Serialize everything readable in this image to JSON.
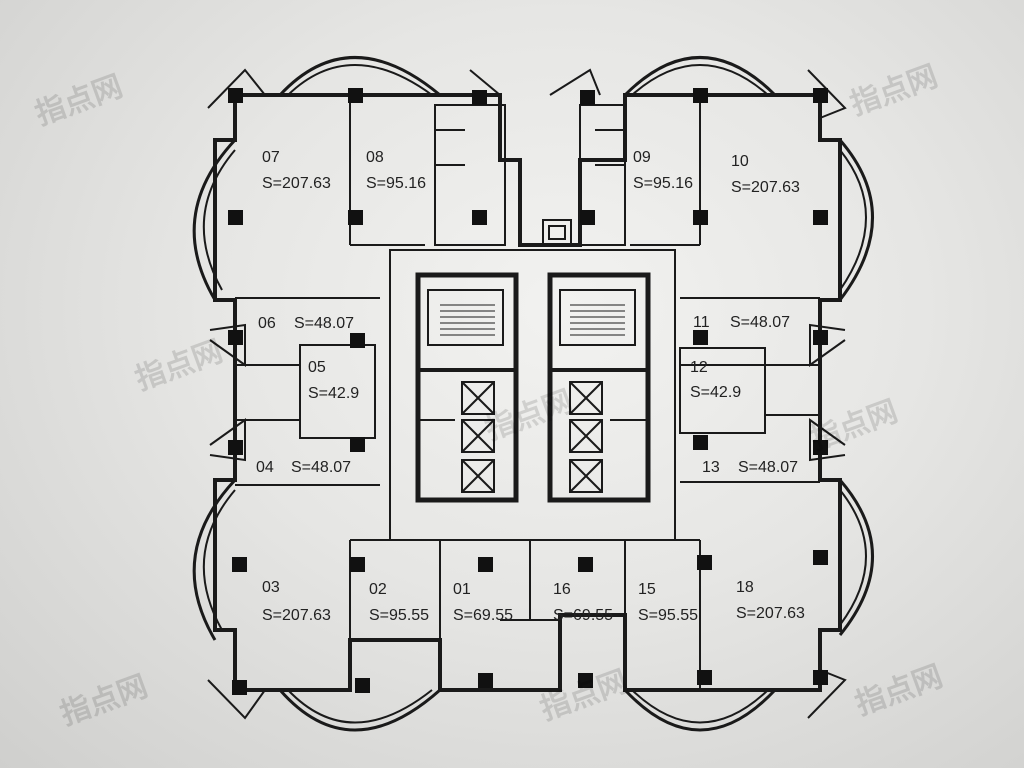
{
  "watermark": "指点网",
  "units": [
    {
      "id": "07",
      "area": "S=207.63"
    },
    {
      "id": "08",
      "area": "S=95.16"
    },
    {
      "id": "09",
      "area": "S=95.16"
    },
    {
      "id": "10",
      "area": "S=207.63"
    },
    {
      "id": "06",
      "area": "S=48.07"
    },
    {
      "id": "11",
      "area": "S=48.07"
    },
    {
      "id": "05",
      "area": "S=42.9"
    },
    {
      "id": "12",
      "area": "S=42.9"
    },
    {
      "id": "04",
      "area": "S=48.07"
    },
    {
      "id": "13",
      "area": "S=48.07"
    },
    {
      "id": "03",
      "area": "S=207.63"
    },
    {
      "id": "02",
      "area": "S=95.55"
    },
    {
      "id": "01",
      "area": "S=69.55"
    },
    {
      "id": "16",
      "area": "S=69.55"
    },
    {
      "id": "15",
      "area": "S=95.55"
    },
    {
      "id": "18",
      "area": "S=207.63"
    }
  ]
}
